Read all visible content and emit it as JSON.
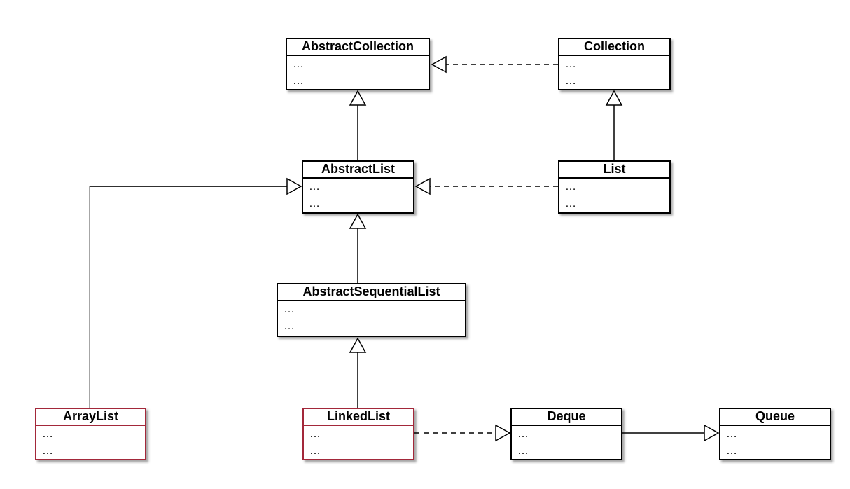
{
  "classes": {
    "abstract_collection": {
      "name": "AbstractCollection",
      "members": [
        "…",
        "…"
      ]
    },
    "collection": {
      "name": "Collection",
      "members": [
        "…",
        "…"
      ]
    },
    "abstract_list": {
      "name": "AbstractList",
      "members": [
        "…",
        "…"
      ]
    },
    "list": {
      "name": "List",
      "members": [
        "…",
        "…"
      ]
    },
    "abstract_sequential_list": {
      "name": "AbstractSequentialList",
      "members": [
        "…",
        "…"
      ]
    },
    "array_list": {
      "name": "ArrayList",
      "members": [
        "…",
        "…"
      ]
    },
    "linked_list": {
      "name": "LinkedList",
      "members": [
        "…",
        "…"
      ]
    },
    "deque": {
      "name": "Deque",
      "members": [
        "…",
        "…"
      ]
    },
    "queue": {
      "name": "Queue",
      "members": [
        "…",
        "…"
      ]
    }
  },
  "colors": {
    "box_border": "#000000",
    "highlight_border": "#a3283a",
    "connector": "#000000",
    "array_list_connector": "#888888"
  }
}
